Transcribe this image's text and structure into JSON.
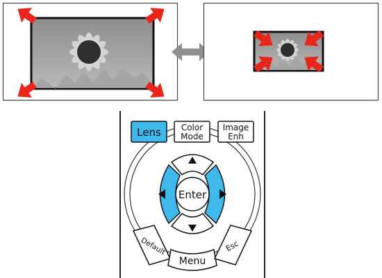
{
  "remote": {
    "lens_label": "Lens",
    "color_mode_line1": "Color",
    "color_mode_line2": "Mode",
    "image_enh_line1": "Image",
    "image_enh_line2": "Enh",
    "enter_label": "Enter",
    "default_label": "Default",
    "menu_label": "Menu",
    "esc_label": "Esc"
  },
  "colors": {
    "highlight_blue": "#3fb8ec",
    "arrow_red": "#e8261c",
    "double_arrow_gray": "#8f8f8f"
  },
  "icons": {
    "zoom_out": "outward-red-arrows",
    "zoom_in": "inward-red-arrows",
    "compare": "gray-double-headed-arrow"
  }
}
